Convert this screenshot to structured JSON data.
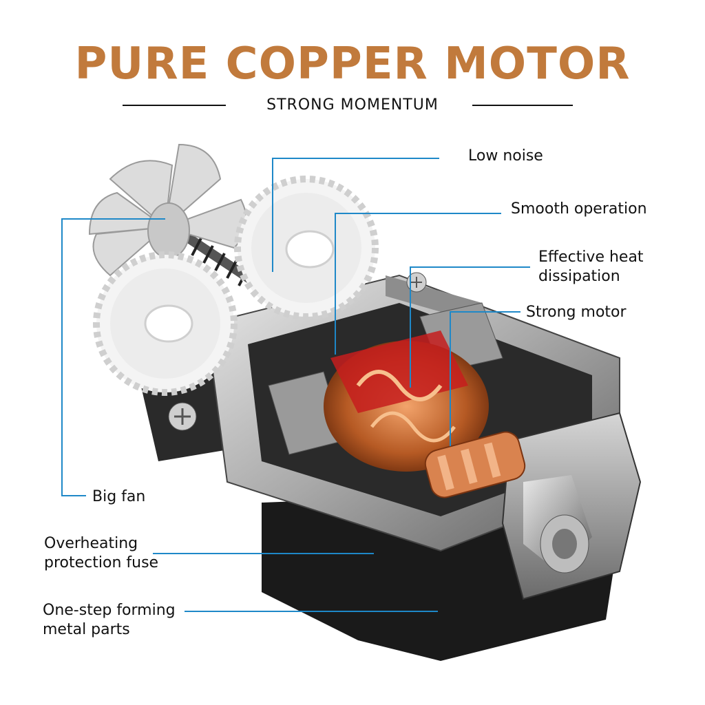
{
  "header": {
    "title": "PURE COPPER MOTOR",
    "subtitle": "STRONG MOMENTUM"
  },
  "callouts": {
    "low_noise": "Low noise",
    "smooth_operation": "Smooth operation",
    "heat_dissipation": "Effective heat\ndissipation",
    "strong_motor": "Strong motor",
    "big_fan": "Big fan",
    "overheating_fuse": "Overheating\nprotection fuse",
    "metal_parts": "One-step forming\nmetal parts"
  },
  "colors": {
    "title": "#c17a3c",
    "callout_line": "#1e88c8",
    "text": "#111111"
  }
}
